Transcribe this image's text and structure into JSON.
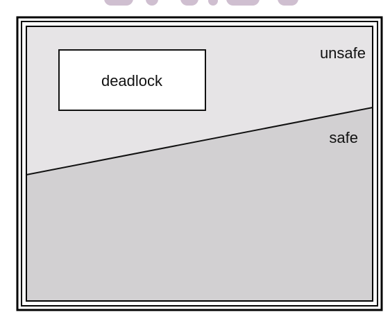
{
  "diagram": {
    "regions": {
      "unsafe": {
        "label": "unsafe",
        "color": "#e6e4e6"
      },
      "safe": {
        "label": "safe",
        "color": "#d2d0d2"
      }
    },
    "deadlock": {
      "label": "deadlock",
      "fill": "#ffffff"
    },
    "colors": {
      "frame": "#000000",
      "boundary_line": "#111111",
      "text": "#111111"
    }
  }
}
